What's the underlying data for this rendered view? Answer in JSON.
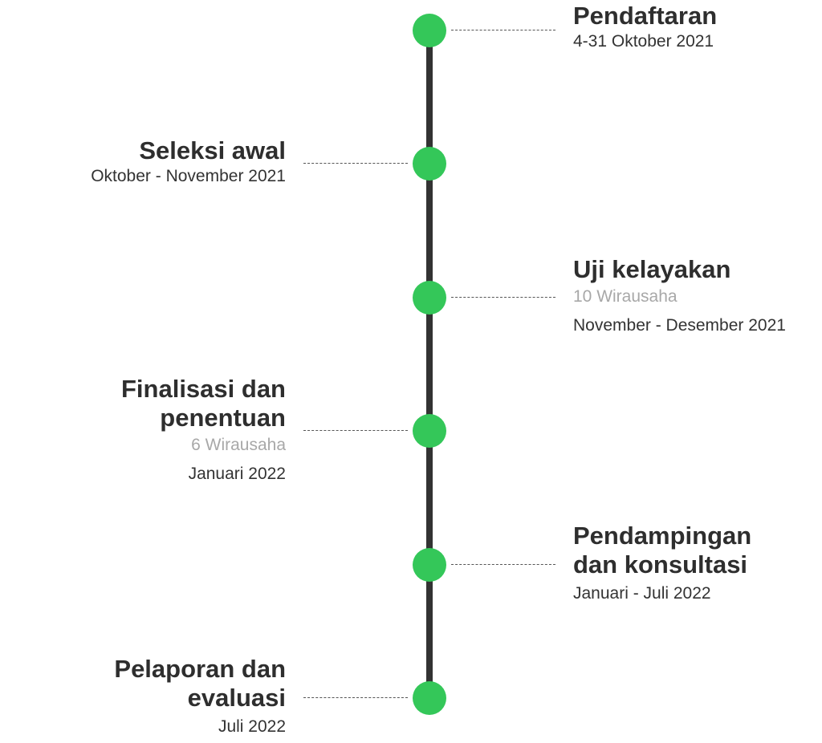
{
  "colors": {
    "dot": "#34c759",
    "line": "#333333",
    "title": "#2e2e2e",
    "note": "#a8a8a8"
  },
  "timeline": {
    "items": [
      {
        "title": "Pendaftaran",
        "date": "4-31 Oktober 2021"
      },
      {
        "title": "Seleksi awal",
        "date": "Oktober - November 2021"
      },
      {
        "title": "Uji kelayakan",
        "note": "10 Wirausaha",
        "date": "November - Desember 2021"
      },
      {
        "title": "Finalisasi dan\npenentuan",
        "note": "6 Wirausaha",
        "date": "Januari 2022"
      },
      {
        "title": "Pendampingan\ndan konsultasi",
        "date": "Januari - Juli 2022"
      },
      {
        "title": "Pelaporan dan\nevaluasi",
        "date": "Juli 2022"
      }
    ]
  }
}
